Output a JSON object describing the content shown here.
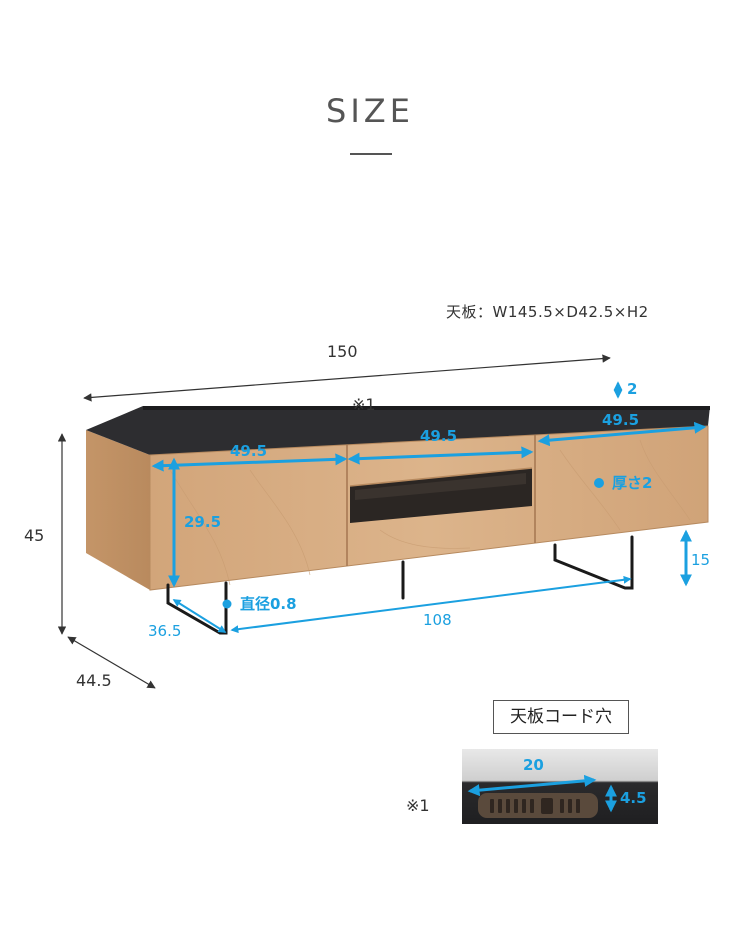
{
  "title": "SIZE",
  "top_spec": "天板：W145.5×D42.5×H2",
  "dimensions": {
    "width_total": "150",
    "height_total": "45",
    "depth_total": "44.5",
    "note_mark": "※1",
    "top_thickness": "2",
    "door_left_width": "49.5",
    "drawer_width": "49.5",
    "door_right_width": "49.5",
    "door_height": "29.5",
    "panel_thickness": "厚さ2",
    "leg_height": "15",
    "leg_diameter": "直径0.8",
    "leg_depth": "36.5",
    "leg_span": "108"
  },
  "cord_hole": {
    "title": "天板コード穴",
    "note": "※1",
    "width": "20",
    "height": "4.5"
  },
  "colors": {
    "accent_blue": "#1ba0e0",
    "wood": "#d9ae82",
    "top_glass": "#2d2d30"
  }
}
